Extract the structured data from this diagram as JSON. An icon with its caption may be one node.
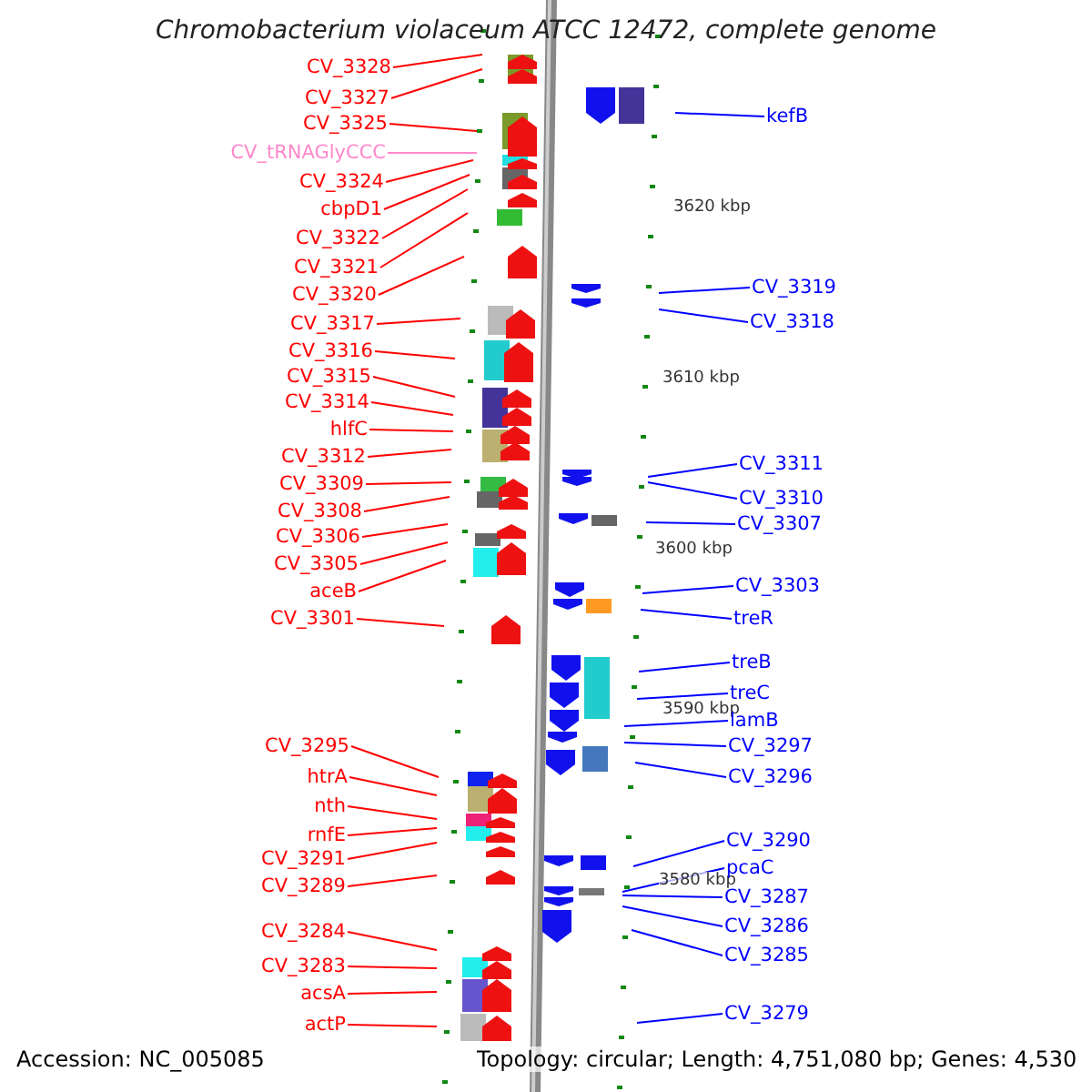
{
  "diagram": {
    "title": "Chromobacterium violaceum ATCC 12472, complete genome",
    "nodes": [
      {
        "text": [
          "CV_3328"
        ]
      },
      {
        "text": [
          "CV_3327"
        ]
      },
      {
        "text": [
          "CV_3325"
        ]
      },
      {
        "text": [
          "CV_tRNAGlyCCC"
        ]
      },
      {
        "text": [
          "CV_3324"
        ]
      },
      {
        "text": [
          "cbpD1"
        ]
      },
      {
        "text": [
          "CV_3322"
        ]
      },
      {
        "text": [
          "CV_3321"
        ]
      },
      {
        "text": [
          "CV_3320"
        ]
      },
      {
        "text": [
          "CV_3317"
        ]
      },
      {
        "text": [
          "CV_3316"
        ]
      },
      {
        "text": [
          "CV_3315"
        ]
      },
      {
        "text": [
          "CV_3314"
        ]
      },
      {
        "text": [
          "hlfC"
        ]
      },
      {
        "text": [
          "CV_3312"
        ]
      },
      {
        "text": [
          "CV_3309"
        ]
      },
      {
        "text": [
          "CV_3308"
        ]
      },
      {
        "text": [
          "CV_3306"
        ]
      },
      {
        "text": [
          "CV_3305"
        ]
      },
      {
        "text": [
          "aceB"
        ]
      },
      {
        "text": [
          "CV_3301"
        ]
      },
      {
        "text": [
          "CV_3295"
        ]
      },
      {
        "text": [
          "htrA"
        ]
      },
      {
        "text": [
          "nth"
        ]
      },
      {
        "text": [
          "rnfE"
        ]
      },
      {
        "text": [
          "CV_3291"
        ]
      },
      {
        "text": [
          "CV_3289"
        ]
      },
      {
        "text": [
          "CV_3284"
        ]
      },
      {
        "text": [
          "CV_3283"
        ]
      },
      {
        "text": [
          "acsA"
        ]
      },
      {
        "text": [
          "actP"
        ]
      },
      {
        "text": [
          "kefB"
        ]
      },
      {
        "text": [
          "CV_3319"
        ]
      },
      {
        "text": [
          "CV_3318"
        ]
      },
      {
        "text": [
          "CV_3311"
        ]
      },
      {
        "text": [
          "CV_3310"
        ]
      },
      {
        "text": [
          "CV_3307"
        ]
      },
      {
        "text": [
          "CV_3303"
        ]
      },
      {
        "text": [
          "treR"
        ]
      },
      {
        "text": [
          "treB"
        ]
      },
      {
        "text": [
          "treC"
        ]
      },
      {
        "text": [
          "lamB"
        ]
      },
      {
        "text": [
          "CV_3297"
        ]
      },
      {
        "text": [
          "CV_3296"
        ]
      },
      {
        "text": [
          "CV_3290"
        ]
      },
      {
        "text": [
          "pcaC"
        ]
      },
      {
        "text": [
          "CV_3287"
        ]
      },
      {
        "text": [
          "CV_3286"
        ]
      },
      {
        "text": [
          "CV_3285"
        ]
      },
      {
        "text": [
          "CV_3279"
        ]
      }
    ],
    "edges": [
      {
        "from": 0,
        "to": null,
        "arrow": "none"
      },
      {
        "from": 1,
        "to": null,
        "arrow": "none"
      },
      {
        "from": 2,
        "to": null,
        "arrow": "none"
      },
      {
        "from": 3,
        "to": null,
        "arrow": "none",
        "color": "#ff88cc"
      },
      {
        "from": 4,
        "to": null,
        "arrow": "none"
      },
      {
        "from": 5,
        "to": null,
        "arrow": "none"
      },
      {
        "from": 6,
        "to": null,
        "arrow": "none"
      },
      {
        "from": 7,
        "to": null,
        "arrow": "none"
      },
      {
        "from": 8,
        "to": null,
        "arrow": "none"
      },
      {
        "from": 9,
        "to": null,
        "arrow": "none"
      },
      {
        "from": 10,
        "to": null,
        "arrow": "none"
      },
      {
        "from": 11,
        "to": null,
        "arrow": "none"
      },
      {
        "from": 12,
        "to": null,
        "arrow": "none"
      },
      {
        "from": 13,
        "to": null,
        "arrow": "none"
      },
      {
        "from": 14,
        "to": null,
        "arrow": "none"
      },
      {
        "from": 15,
        "to": null,
        "arrow": "none"
      },
      {
        "from": 16,
        "to": null,
        "arrow": "none"
      },
      {
        "from": 17,
        "to": null,
        "arrow": "none"
      },
      {
        "from": 18,
        "to": null,
        "arrow": "none"
      },
      {
        "from": 19,
        "to": null,
        "arrow": "none"
      },
      {
        "from": 20,
        "to": null,
        "arrow": "none"
      },
      {
        "from": 21,
        "to": null,
        "arrow": "none"
      },
      {
        "from": 22,
        "to": null,
        "arrow": "none"
      },
      {
        "from": 23,
        "to": null,
        "arrow": "none"
      },
      {
        "from": 24,
        "to": null,
        "arrow": "none"
      },
      {
        "from": 25,
        "to": null,
        "arrow": "none"
      },
      {
        "from": 26,
        "to": null,
        "arrow": "none"
      },
      {
        "from": 27,
        "to": null,
        "arrow": "none"
      },
      {
        "from": 28,
        "to": null,
        "arrow": "none"
      },
      {
        "from": 29,
        "to": null,
        "arrow": "none"
      },
      {
        "from": 30,
        "to": null,
        "arrow": "none"
      },
      {
        "from": 31,
        "to": null,
        "arrow": "none",
        "color": "#0000ff"
      },
      {
        "from": 32,
        "to": null,
        "arrow": "none",
        "color": "#0000ff"
      },
      {
        "from": 33,
        "to": null,
        "arrow": "none",
        "color": "#0000ff"
      },
      {
        "from": 34,
        "to": null,
        "arrow": "none",
        "color": "#0000ff"
      },
      {
        "from": 35,
        "to": null,
        "arrow": "none",
        "color": "#0000ff"
      },
      {
        "from": 36,
        "to": null,
        "arrow": "none",
        "color": "#0000ff"
      },
      {
        "from": 37,
        "to": null,
        "arrow": "none",
        "color": "#0000ff"
      },
      {
        "from": 38,
        "to": null,
        "arrow": "none",
        "color": "#0000ff"
      },
      {
        "from": 39,
        "to": null,
        "arrow": "none",
        "color": "#0000ff"
      },
      {
        "from": 40,
        "to": null,
        "arrow": "none",
        "color": "#0000ff"
      },
      {
        "from": 41,
        "to": null,
        "arrow": "none",
        "color": "#0000ff"
      },
      {
        "from": 42,
        "to": null,
        "arrow": "none",
        "color": "#0000ff"
      },
      {
        "from": 43,
        "to": null,
        "arrow": "none",
        "color": "#0000ff"
      },
      {
        "from": 44,
        "to": null,
        "arrow": "none",
        "color": "#0000ff"
      },
      {
        "from": 45,
        "to": null,
        "arrow": "none",
        "color": "#0000ff"
      },
      {
        "from": 46,
        "to": null,
        "arrow": "none",
        "color": "#0000ff"
      },
      {
        "from": 47,
        "to": null,
        "arrow": "none",
        "color": "#0000ff"
      },
      {
        "from": 48,
        "to": null,
        "arrow": "none",
        "color": "#0000ff"
      },
      {
        "from": 49,
        "to": null,
        "arrow": "none",
        "color": "#0000ff"
      }
    ],
    "labels": [
      "3620 kbp",
      "3610 kbp",
      "3600 kbp",
      "3590 kbp",
      "3580 kbp",
      "Accession: NC_005085",
      "Topology: circular; Length: 4,751,080 bp; Genes: 4,530"
    ]
  }
}
